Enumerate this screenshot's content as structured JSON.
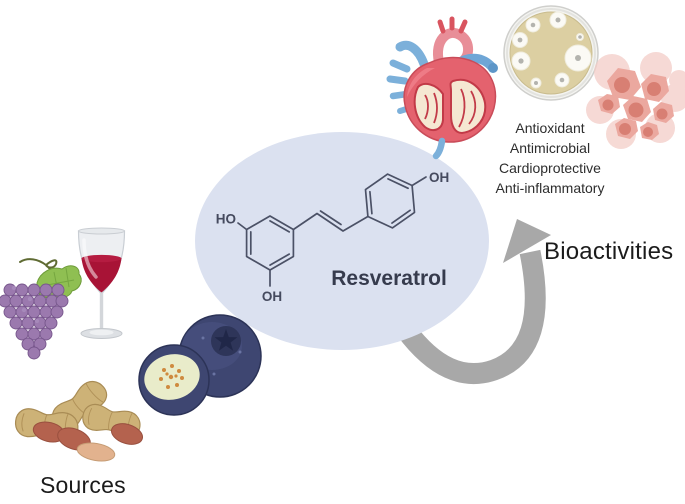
{
  "molecule": {
    "name": "Resveratrol",
    "labels": {
      "ho_left": "HO",
      "oh_bottom": "OH",
      "oh_top_right": "OH"
    }
  },
  "sources": {
    "label": "Sources",
    "icons": [
      "grapes-icon",
      "wine-glass-icon",
      "blueberries-icon",
      "peanuts-icon"
    ]
  },
  "bioactivities": {
    "label": "Bioactivities",
    "items": [
      "Antioxidant",
      "Antimicrobial",
      "Cardioprotective",
      "Anti-inflammatory"
    ],
    "icons": [
      "heart-icon",
      "petri-dish-icon",
      "cells-icon"
    ]
  },
  "colors": {
    "bubble": "#dbe1f0",
    "arrow": "#a8a8a8",
    "structure": "#4b5166",
    "grape": "#9b79ae",
    "wine": "#a81336",
    "leaf": "#8fbf52",
    "blueberry": "#3e4671",
    "peanut_shell": "#cdb277",
    "peanut_kernel": "#b4624e",
    "heart_red": "#e4626e",
    "vessel_blue": "#7cb0da",
    "agar": "#dccfa2",
    "cell_pink": "#eba89f"
  }
}
